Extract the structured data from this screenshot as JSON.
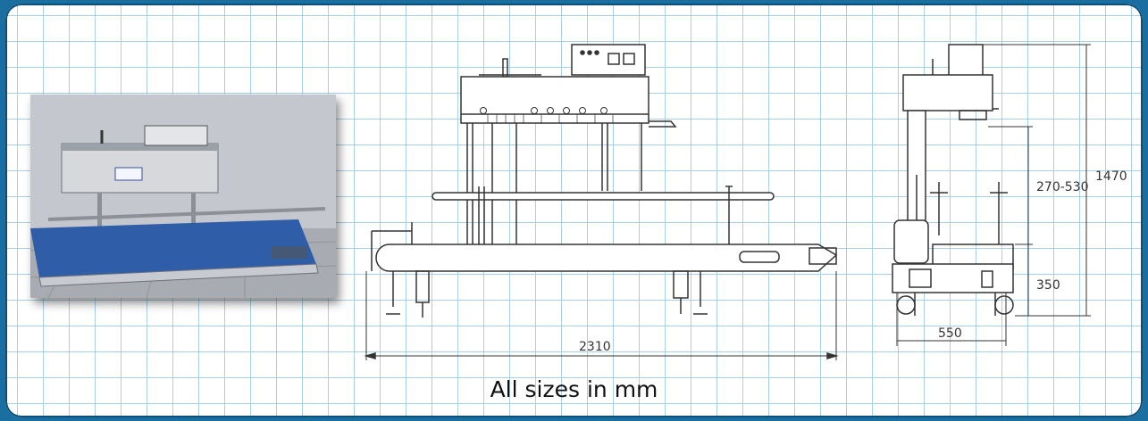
{
  "caption": "All sizes in mm",
  "dimensions": {
    "length": "2310",
    "total_height": "1470",
    "sealing_height": "270-530",
    "conveyor_height": "350",
    "width": "550"
  },
  "colors": {
    "frame": "#1a6fa0",
    "grid": "#a9cfe8",
    "belt": "#2f5da8"
  }
}
